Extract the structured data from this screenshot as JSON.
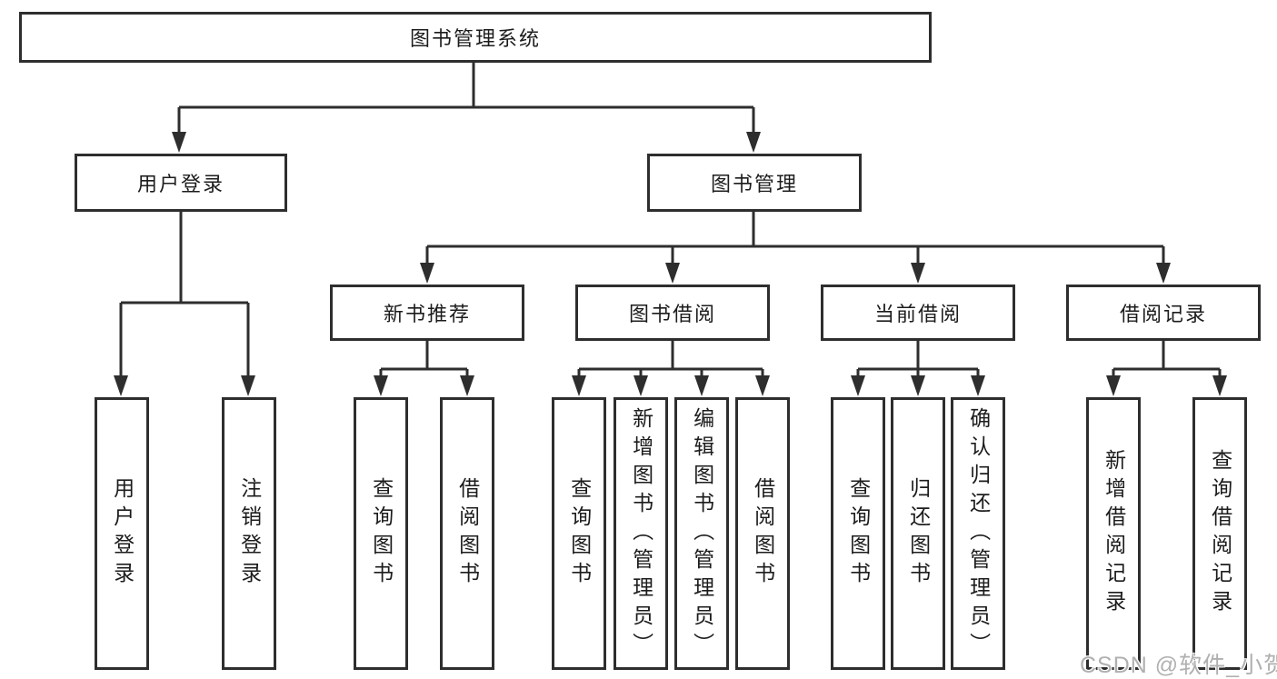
{
  "tree": {
    "root": "图书管理系统",
    "branches": [
      {
        "label": "用户登录",
        "children": [
          "用户登录",
          "注销登录"
        ]
      },
      {
        "label": "图书管理",
        "children": [
          {
            "label": "新书推荐",
            "children": [
              "查询图书",
              "借阅图书"
            ]
          },
          {
            "label": "图书借阅",
            "children": [
              "查询图书",
              "新增图书（管理员）",
              "编辑图书（管理员）",
              "借阅图书"
            ]
          },
          {
            "label": "当前借阅",
            "children": [
              "查询图书",
              "归还图书",
              "确认归还（管理员）"
            ]
          },
          {
            "label": "借阅记录",
            "children": [
              "新增借阅记录",
              "查询借阅记录"
            ]
          }
        ]
      }
    ]
  },
  "watermark": "CSDN @软件_小贺同学",
  "colors": {
    "line": "#2e2e2e",
    "box_border": "#2e2e2e",
    "box_background": "#ffffff",
    "text": "#1c1c1c",
    "watermark": "#b0b0b0",
    "page_background": "#ffffff"
  }
}
